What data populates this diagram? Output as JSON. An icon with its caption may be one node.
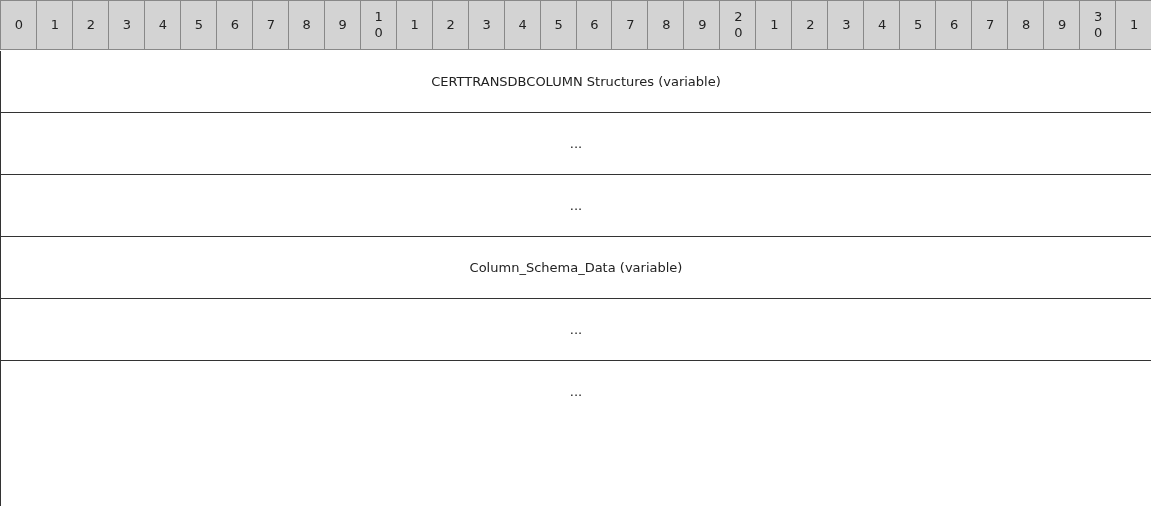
{
  "diagram": {
    "labels": [
      "0",
      "1",
      "2",
      "3",
      "4",
      "5",
      "6",
      "7",
      "8",
      "9",
      "10",
      "1",
      "2",
      "3",
      "4",
      "5",
      "6",
      "7",
      "8",
      "9",
      "20",
      "1",
      "2",
      "3",
      "4",
      "5",
      "6",
      "7",
      "8",
      "9",
      "30",
      "1",
      "CERTTRANSDBCOLUMN Structures (variable)",
      "...",
      "...",
      "Column_Schema_Data (variable)",
      "...",
      "..."
    ]
  }
}
